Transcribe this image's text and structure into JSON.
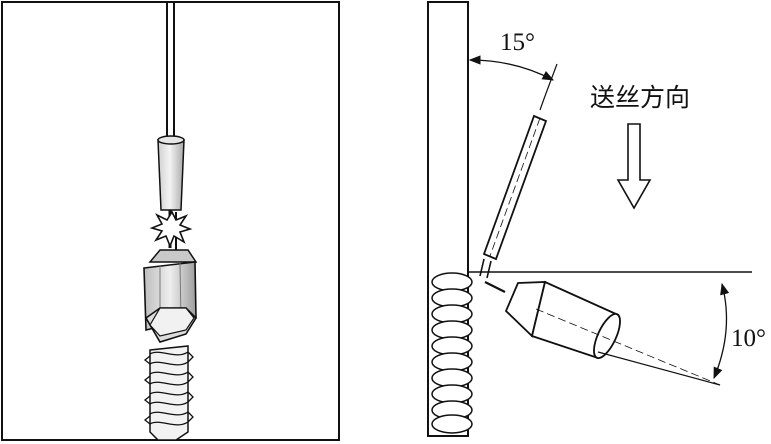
{
  "labels": {
    "angle_top": "15°",
    "angle_right": "10°",
    "feed_direction": "送丝方向"
  },
  "colors": {
    "stroke": "#111111",
    "fill_light": "#f2f2f2",
    "fill_mid": "#d8d8d8",
    "fill_dark": "#9a9a9a",
    "background": "#ffffff"
  }
}
